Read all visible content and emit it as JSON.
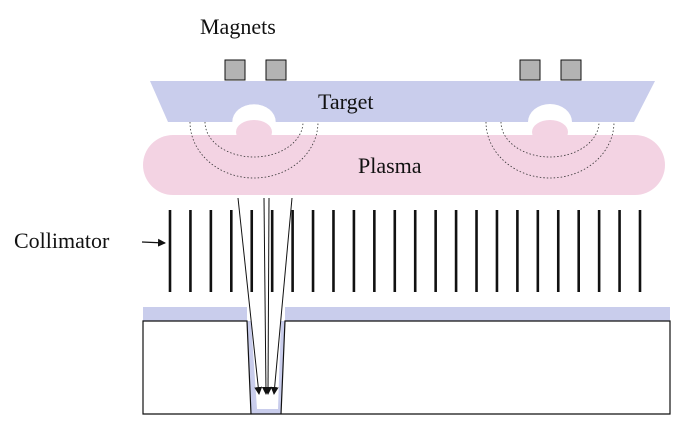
{
  "labels": {
    "magnets": "Magnets",
    "target": "Target",
    "plasma": "Plasma",
    "collimator": "Collimator"
  },
  "colors": {
    "target": "#c9cdec",
    "plasma": "#f3d3e3",
    "magnet": "#b3b3b3",
    "line": "#111111",
    "substrate_film": "#c9cdec"
  }
}
